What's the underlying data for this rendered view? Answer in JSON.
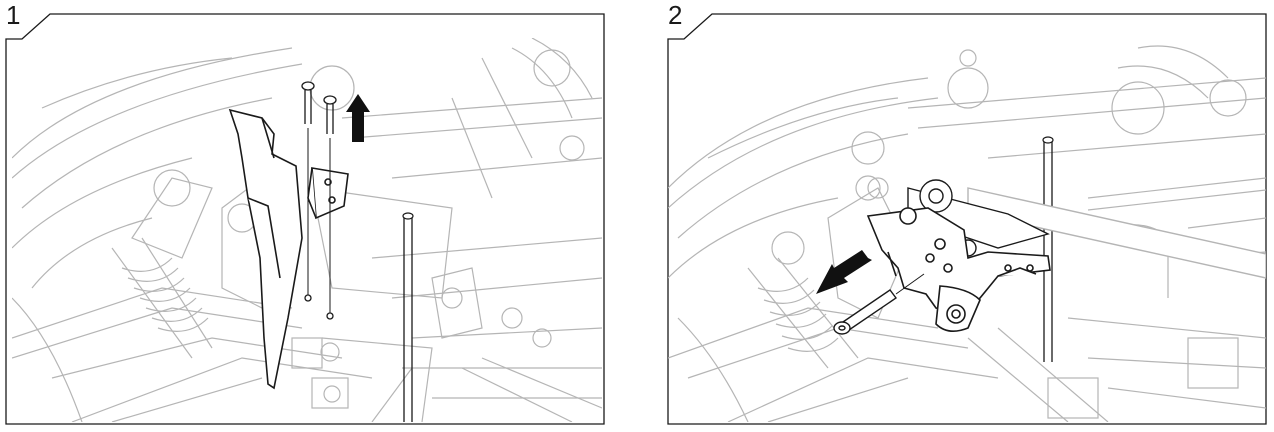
{
  "steps": [
    {
      "number": "1",
      "action": "remove-up"
    },
    {
      "number": "2",
      "action": "pull-out-left"
    }
  ],
  "colors": {
    "line": "#1a1a1a",
    "faint": "#b5b5b5",
    "arrow": "#111111",
    "background": "#ffffff"
  },
  "icons": [
    "arrow-up-icon",
    "arrow-down-left-icon",
    "screw-icon",
    "pin-icon"
  ]
}
